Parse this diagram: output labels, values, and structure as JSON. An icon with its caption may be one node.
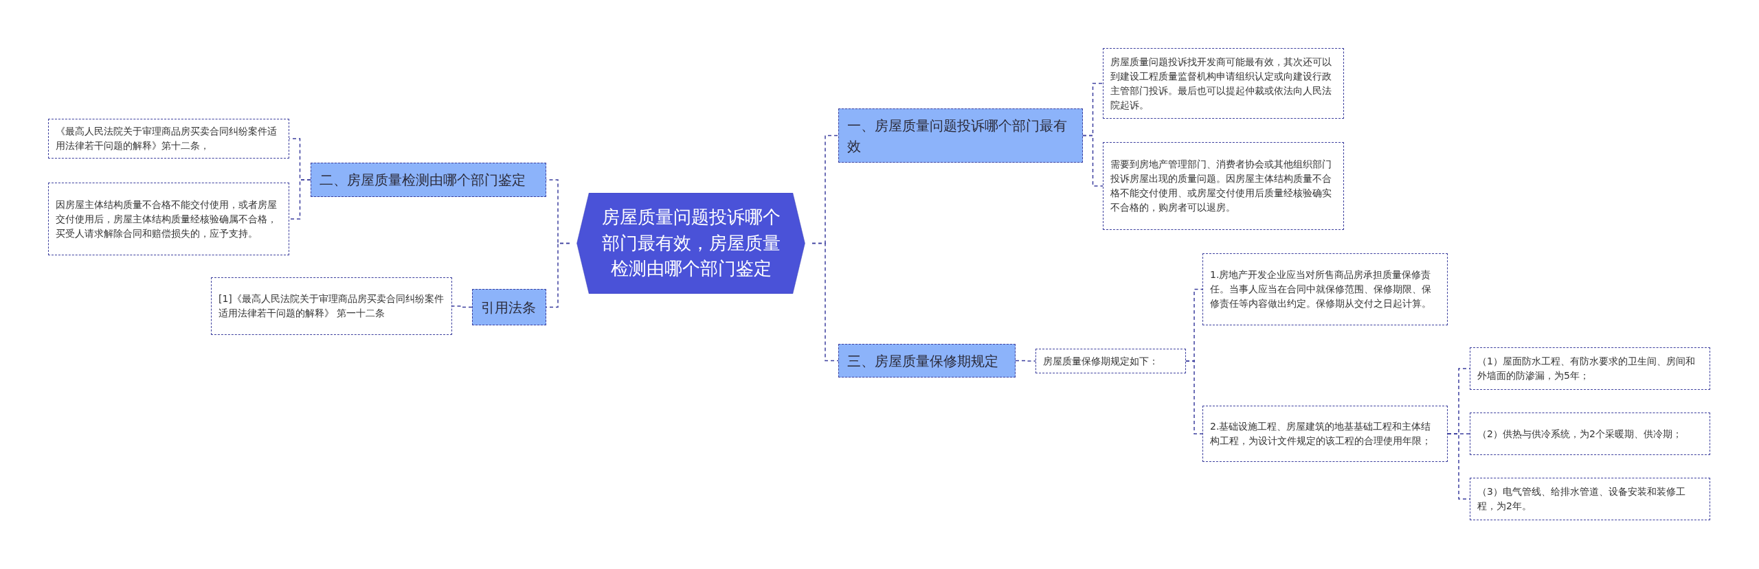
{
  "diagram": {
    "nodes": [
      {
        "text": [
          "房屋质量问题投诉哪个部门最有效，房屋质量检测由哪个部门鉴定"
        ]
      },
      {
        "text": [
          "二、房屋质量检测由哪个部门鉴定"
        ]
      },
      {
        "text": [
          "《最高人民法院关于审理商品房买卖合同纠纷案件适用法律若干问题的解释》第十二条，"
        ]
      },
      {
        "text": [
          "因房屋主体结构质量不合格不能交付使用，或者房屋交付使用后，房屋主体结构质量经核验确属不合格，买受人请求解除合同和赔偿损失的，应予支持。"
        ]
      },
      {
        "text": [
          "引用法条"
        ]
      },
      {
        "text": [
          "[1]《最高人民法院关于审理商品房买卖合同纠纷案件适用法律若干问题的解释》 第一十二条"
        ]
      },
      {
        "text": [
          "一、房屋质量问题投诉哪个部门最有效"
        ]
      },
      {
        "text": [
          "房屋质量问题投诉找开发商可能最有效，其次还可以到建设工程质量监督机构申请组织认定或向建设行政主管部门投诉。最后也可以提起仲裁或依法向人民法院起诉。"
        ]
      },
      {
        "text": [
          "需要到房地产管理部门、消费者协会或其他组织部门投诉房屋出现的质量问题。因房屋主体结构质量不合格不能交付使用、或房屋交付使用后质量经核验确实不合格的，购房者可以退房。"
        ]
      },
      {
        "text": [
          "三、房屋质量保修期规定"
        ]
      },
      {
        "text": [
          "房屋质量保修期规定如下："
        ]
      },
      {
        "text": [
          "1.房地产开发企业应当对所售商品房承担质量保修责任。当事人应当在合同中就保修范围、保修期限、保修责任等内容做出约定。保修期从交付之日起计算。"
        ]
      },
      {
        "text": [
          "2.基础设施工程、房屋建筑的地基基础工程和主体结构工程，为设计文件规定的该工程的合理使用年限；"
        ]
      },
      {
        "text": [
          "（1）屋面防水工程、有防水要求的卫生间、房间和外墙面的防渗漏，为5年；"
        ]
      },
      {
        "text": [
          "（2）供热与供冷系统，为2个采暖期、供冷期；"
        ]
      },
      {
        "text": [
          "（3）电气管线、给排水管道、设备安装和装修工程，为2年。"
        ]
      }
    ],
    "edges": [
      {
        "from": 0,
        "to": 1,
        "arrow": "none"
      },
      {
        "from": 1,
        "to": 2,
        "arrow": "none"
      },
      {
        "from": 1,
        "to": 3,
        "arrow": "none"
      },
      {
        "from": 0,
        "to": 4,
        "arrow": "none"
      },
      {
        "from": 4,
        "to": 5,
        "arrow": "none"
      },
      {
        "from": 0,
        "to": 6,
        "arrow": "none"
      },
      {
        "from": 6,
        "to": 7,
        "arrow": "none"
      },
      {
        "from": 6,
        "to": 8,
        "arrow": "none"
      },
      {
        "from": 0,
        "to": 9,
        "arrow": "none"
      },
      {
        "from": 9,
        "to": 10,
        "arrow": "none"
      },
      {
        "from": 10,
        "to": 11,
        "arrow": "none"
      },
      {
        "from": 10,
        "to": 12,
        "arrow": "none"
      },
      {
        "from": 12,
        "to": 13,
        "arrow": "none"
      },
      {
        "from": 12,
        "to": 14,
        "arrow": "none"
      },
      {
        "from": 12,
        "to": 15,
        "arrow": "none"
      }
    ]
  }
}
